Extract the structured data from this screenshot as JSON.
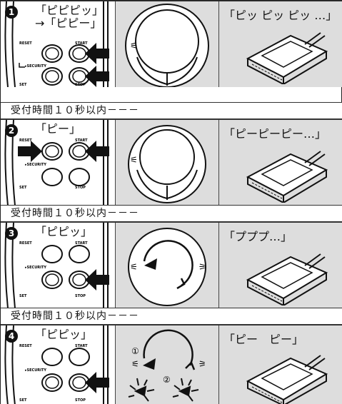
{
  "steps": [
    {
      "number": "1",
      "left_sound": "「ピピピッ」\n→「ピピー」",
      "right_sound": "「ピッ ピッ ピッ …」",
      "arrows": "start-stop",
      "dial": "static"
    },
    {
      "number": "2",
      "left_sound": "「ピー」",
      "right_sound": "「ピーピーピー…」",
      "arrows": "reset-start",
      "dial": "static"
    },
    {
      "number": "3",
      "left_sound": "「ピピッ」",
      "right_sound": "「プププ…」",
      "arrows": "stop",
      "dial": "rotate"
    },
    {
      "number": "4",
      "left_sound": "「ピピッ」",
      "right_sound": "「ピー　ピー」",
      "arrows": "stop",
      "dial": "rotate-flash"
    }
  ],
  "time_bars": [
    "受付時間１０秒以内－－－",
    "受付時間１０秒以内－－－",
    "受付時間１０秒以内－－－"
  ],
  "button_labels": {
    "reset": "RESET",
    "start": "START",
    "security": "▸SECURITY",
    "set": "SET",
    "stop": "STOP"
  },
  "dial_markers": {
    "one": "①",
    "two": "②"
  },
  "colors": {
    "panel_gray": "#dddddd",
    "ink": "#111111"
  }
}
